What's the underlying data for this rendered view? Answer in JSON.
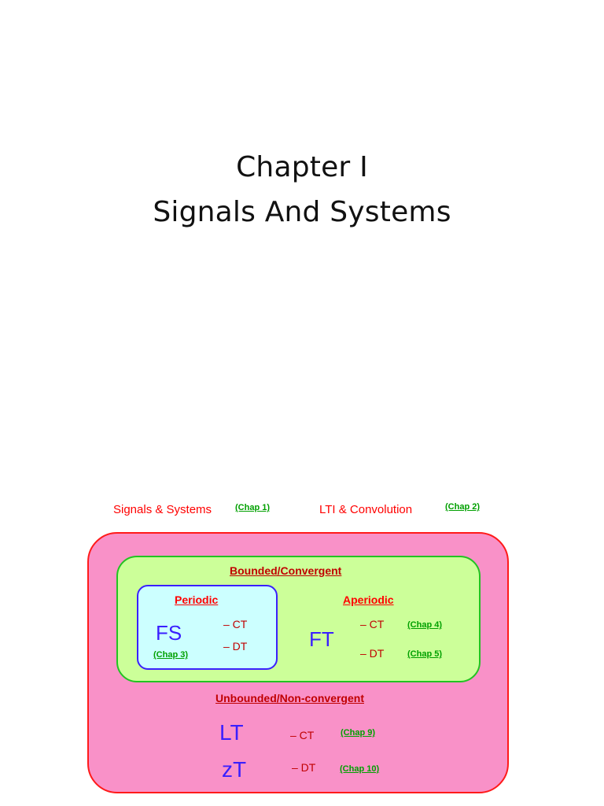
{
  "title": {
    "line1": "Chapter I",
    "line2": "Signals And Systems"
  },
  "diagram": {
    "header": {
      "signals_systems": "Signals & Systems",
      "signals_systems_chap": "(Chap 1)",
      "lti_convolution": "LTI & Convolution",
      "lti_convolution_chap": "(Chap 2)"
    },
    "bounded_label": "Bounded/Convergent",
    "periodic": {
      "label": "Periodic",
      "transform": "FS",
      "ct": "– CT",
      "dt": "– DT",
      "chap": "(Chap 3)"
    },
    "aperiodic": {
      "label": "Aperiodic",
      "transform": "FT",
      "ct": "– CT",
      "ct_chap": "(Chap 4)",
      "dt": "– DT",
      "dt_chap": "(Chap 5)"
    },
    "unbounded_label": "Unbounded/Non-convergent",
    "laplace": {
      "transform": "LT",
      "ct": "– CT",
      "chap": "(Chap 9)"
    },
    "ztransform": {
      "transform": "zT",
      "dt": "– DT",
      "chap": "(Chap 10)"
    }
  },
  "colors": {
    "outer_fill": "#f991c8",
    "outer_border": "#ff1a1a",
    "bounded_fill": "#ccff99",
    "bounded_border": "#22c322",
    "periodic_fill": "#ccffff",
    "periodic_border": "#3a1fff",
    "transform_text": "#3a1fff",
    "label_red": "#ff0000",
    "label_darkred": "#c00000",
    "chap_green": "#00a000"
  }
}
